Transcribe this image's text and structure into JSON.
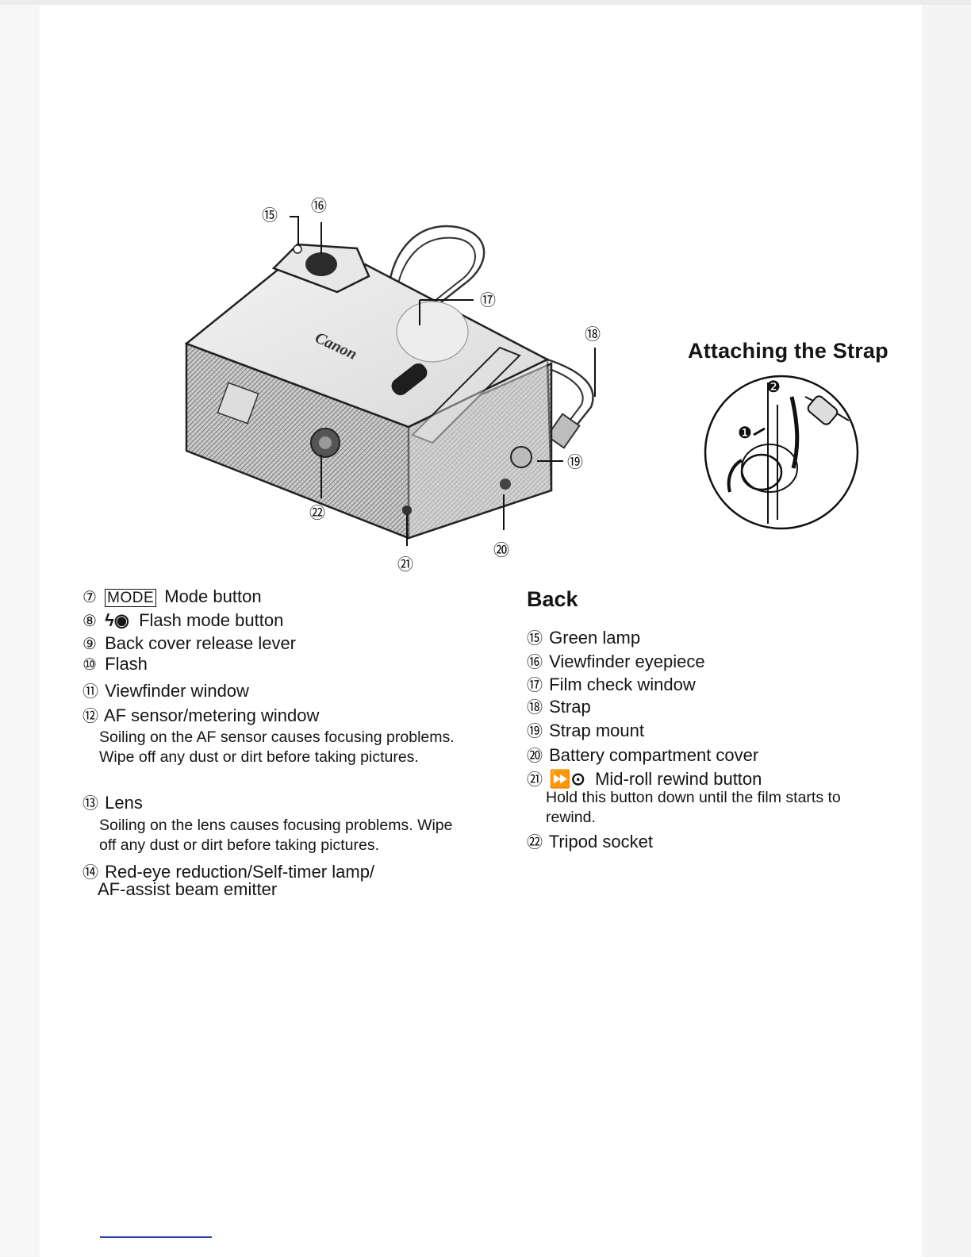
{
  "illustration": {
    "brand_logo": "Canon",
    "callouts": [
      "⑮",
      "⑯",
      "⑰",
      "⑱",
      "⑲",
      "⑳",
      "㉑",
      "㉒"
    ]
  },
  "strap": {
    "heading": "Attaching the Strap",
    "steps": [
      "❶",
      "❷"
    ]
  },
  "left_list": [
    {
      "num": "⑦",
      "label": "Mode button",
      "badge": "MODE"
    },
    {
      "num": "⑧",
      "label": "Flash mode button",
      "symbol": "ϟ◉"
    },
    {
      "num": "⑨",
      "label": "Back cover release lever"
    },
    {
      "num": "⑩",
      "label": "Flash"
    },
    {
      "num": "⑪",
      "label": "Viewfinder window"
    },
    {
      "num": "⑫",
      "label": "AF sensor/metering window",
      "note": "Soiling on the AF sensor causes focusing problems. Wipe off any dust or dirt before taking pictures."
    },
    {
      "num": "⑬",
      "label": "Lens",
      "note": "Soiling on the lens causes focusing problems. Wipe off any dust or dirt before taking pictures."
    },
    {
      "num": "⑭",
      "label": "Red-eye reduction/Self-timer lamp/",
      "label2": "AF-assist beam emitter"
    }
  ],
  "back": {
    "heading": "Back",
    "items": [
      {
        "num": "⑮",
        "label": "Green lamp"
      },
      {
        "num": "⑯",
        "label": "Viewfinder eyepiece"
      },
      {
        "num": "⑰",
        "label": "Film check window"
      },
      {
        "num": "⑱",
        "label": "Strap"
      },
      {
        "num": "⑲",
        "label": "Strap mount"
      },
      {
        "num": "⑳",
        "label": "Battery compartment cover"
      },
      {
        "num": "㉑",
        "label": "Mid-roll rewind button",
        "symbol": "⏩⊙",
        "note": "Hold this button down until the film starts to rewind."
      },
      {
        "num": "㉒",
        "label": "Tripod socket"
      }
    ]
  }
}
